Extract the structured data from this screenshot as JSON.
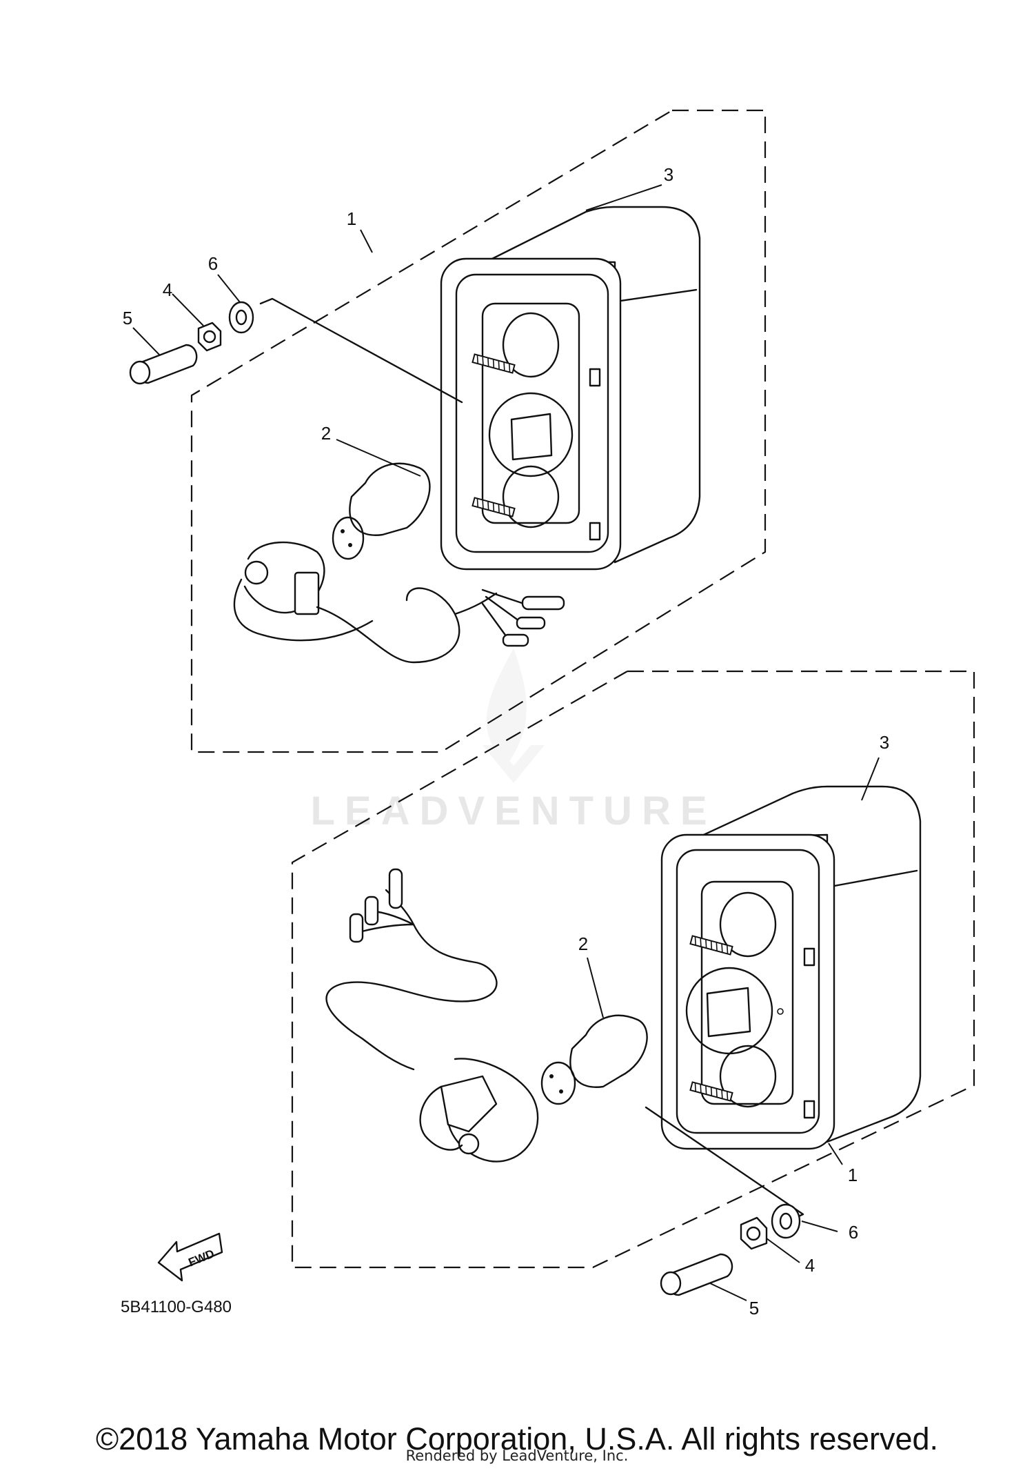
{
  "diagram": {
    "part_number": "5B41100-G480",
    "fwd_label": "FWD",
    "watermark": "LEADVENTURE",
    "callouts": {
      "upper": {
        "c1": "1",
        "c2": "2",
        "c3": "3",
        "c4": "4",
        "c5": "5",
        "c6": "6"
      },
      "lower": {
        "c1": "1",
        "c2": "2",
        "c3": "3",
        "c4": "4",
        "c5": "5",
        "c6": "6"
      }
    }
  },
  "footer": {
    "copyright": "©2018 Yamaha Motor Corporation, U.S.A. All rights reserved.",
    "rendered_by": "Rendered by LeadVenture, Inc."
  }
}
